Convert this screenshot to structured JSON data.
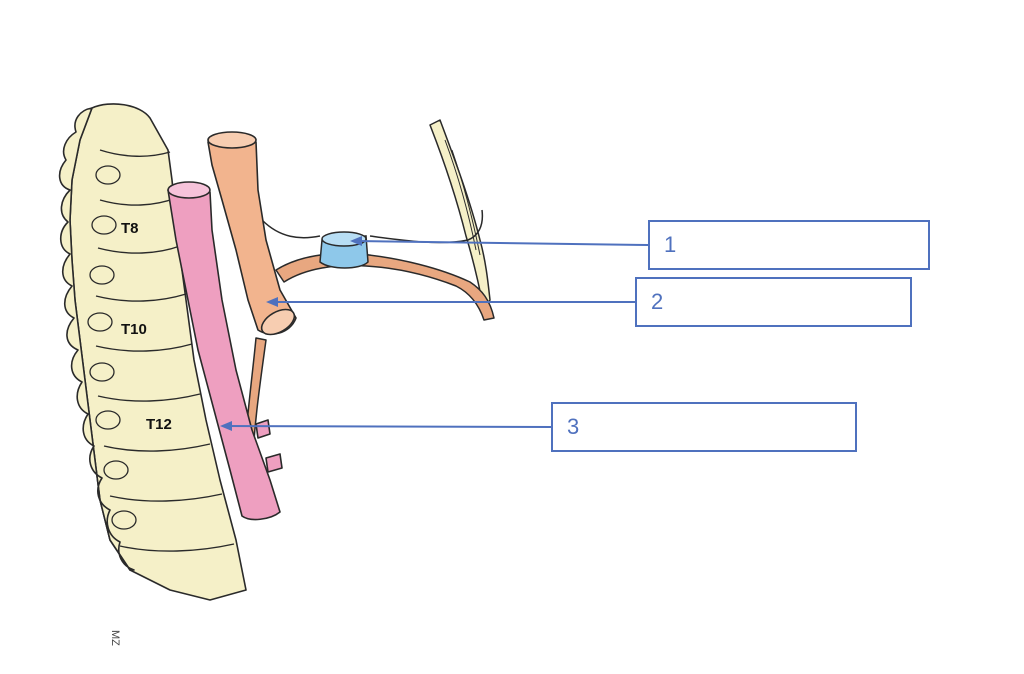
{
  "vertebra_labels": {
    "t8": "T8",
    "t10": "T10",
    "t12": "T12"
  },
  "callouts": [
    {
      "number": "1"
    },
    {
      "number": "2"
    },
    {
      "number": "3"
    }
  ],
  "artist_mark": "MZ",
  "colors": {
    "bone": "#f5f0c8",
    "aorta": "#ee9fc0",
    "esophagus": "#f2b48e",
    "hiatus": "#8ec8ea",
    "diaphragm": "#e8a780",
    "callout": "#4f71be",
    "outline": "#2a2a2a"
  }
}
